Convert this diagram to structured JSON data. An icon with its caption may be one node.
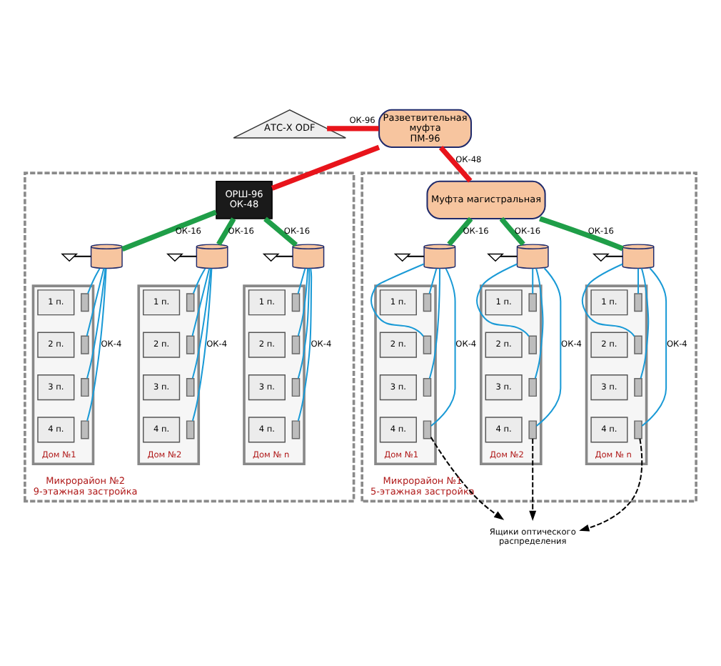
{
  "diagram": {
    "nodes": [
      {
        "text": [
          "АТС-Х ODF"
        ]
      },
      {
        "text": [
          "Разветвительная муфта",
          "ПМ-96"
        ]
      },
      {
        "text": [
          "Микрорайон №2 9-этажная застройка"
        ]
      },
      {
        "text": [
          "ОРШ-96",
          "ОК-48"
        ],
        "in": 2
      },
      {
        "text": [],
        "shape": "cylinder",
        "in": 2
      },
      {
        "text": [],
        "shape": "cylinder",
        "in": 2
      },
      {
        "text": [],
        "shape": "cylinder",
        "in": 2
      },
      {
        "text": [],
        "shape": "ground",
        "in": 2
      },
      {
        "text": [],
        "shape": "ground",
        "in": 2
      },
      {
        "text": [],
        "shape": "ground",
        "in": 2
      },
      {
        "text": [
          "Дом №1"
        ],
        "in": 2
      },
      {
        "text": [
          "1 п."
        ],
        "in": 10
      },
      {
        "text": [
          "2 п."
        ],
        "in": 10
      },
      {
        "text": [
          "3 п."
        ],
        "in": 10
      },
      {
        "text": [
          "4 п."
        ],
        "in": 10
      },
      {
        "text": [],
        "shape": "box",
        "in": 10
      },
      {
        "text": [],
        "shape": "box",
        "in": 10
      },
      {
        "text": [],
        "shape": "box",
        "in": 10
      },
      {
        "text": [],
        "shape": "box",
        "in": 10
      },
      {
        "text": [
          "Дом №2"
        ],
        "in": 2
      },
      {
        "text": [
          "1 п."
        ],
        "in": 19
      },
      {
        "text": [
          "2 п."
        ],
        "in": 19
      },
      {
        "text": [
          "3 п."
        ],
        "in": 19
      },
      {
        "text": [
          "4 п."
        ],
        "in": 19
      },
      {
        "text": [],
        "shape": "box",
        "in": 19
      },
      {
        "text": [],
        "shape": "box",
        "in": 19
      },
      {
        "text": [],
        "shape": "box",
        "in": 19
      },
      {
        "text": [],
        "shape": "box",
        "in": 19
      },
      {
        "text": [
          "Дом № n"
        ],
        "in": 2
      },
      {
        "text": [
          "1 п."
        ],
        "in": 28
      },
      {
        "text": [
          "2 п."
        ],
        "in": 28
      },
      {
        "text": [
          "3 п."
        ],
        "in": 28
      },
      {
        "text": [
          "4 п."
        ],
        "in": 28
      },
      {
        "text": [],
        "shape": "box",
        "in": 28
      },
      {
        "text": [],
        "shape": "box",
        "in": 28
      },
      {
        "text": [],
        "shape": "box",
        "in": 28
      },
      {
        "text": [],
        "shape": "box",
        "in": 28
      },
      {
        "text": [
          "Микрорайон №1 5-этажная застройка"
        ]
      },
      {
        "text": [
          "Муфта магистральная"
        ],
        "in": 37
      },
      {
        "text": [],
        "shape": "cylinder",
        "in": 37
      },
      {
        "text": [],
        "shape": "cylinder",
        "in": 37
      },
      {
        "text": [],
        "shape": "cylinder",
        "in": 37
      },
      {
        "text": [],
        "shape": "ground",
        "in": 37
      },
      {
        "text": [],
        "shape": "ground",
        "in": 37
      },
      {
        "text": [],
        "shape": "ground",
        "in": 37
      },
      {
        "text": [
          "Дом №1"
        ],
        "in": 37
      },
      {
        "text": [
          "1 п."
        ],
        "in": 45
      },
      {
        "text": [
          "2 п."
        ],
        "in": 45
      },
      {
        "text": [
          "3 п."
        ],
        "in": 45
      },
      {
        "text": [
          "4 п."
        ],
        "in": 45
      },
      {
        "text": [],
        "shape": "box",
        "in": 45
      },
      {
        "text": [],
        "shape": "box",
        "in": 45
      },
      {
        "text": [],
        "shape": "box",
        "in": 45
      },
      {
        "text": [],
        "shape": "box",
        "in": 45
      },
      {
        "text": [
          "Дом №2"
        ],
        "in": 37
      },
      {
        "text": [
          "1 п."
        ],
        "in": 54
      },
      {
        "text": [
          "2 п."
        ],
        "in": 54
      },
      {
        "text": [
          "3 п."
        ],
        "in": 54
      },
      {
        "text": [
          "4 п."
        ],
        "in": 54
      },
      {
        "text": [],
        "shape": "box",
        "in": 54
      },
      {
        "text": [],
        "shape": "box",
        "in": 54
      },
      {
        "text": [],
        "shape": "box",
        "in": 54
      },
      {
        "text": [],
        "shape": "box",
        "in": 54
      },
      {
        "text": [
          "Дом № n"
        ],
        "in": 37
      },
      {
        "text": [
          "1 п."
        ],
        "in": 63
      },
      {
        "text": [
          "2 п."
        ],
        "in": 63
      },
      {
        "text": [
          "3 п."
        ],
        "in": 63
      },
      {
        "text": [
          "4 п."
        ],
        "in": 63
      },
      {
        "text": [],
        "shape": "box",
        "in": 63
      },
      {
        "text": [],
        "shape": "box",
        "in": 63
      },
      {
        "text": [],
        "shape": "box",
        "in": 63
      },
      {
        "text": [],
        "shape": "box",
        "in": 63
      },
      {
        "text": [
          "Ящики оптического распределения"
        ]
      }
    ],
    "edges": [
      {
        "from": 0,
        "to": 1,
        "arrow": "none",
        "label": "ОК-96",
        "style": "thick",
        "color": "#e8141b"
      },
      {
        "from": 1,
        "to": 3,
        "arrow": "none",
        "style": "thick",
        "color": "#e8141b"
      },
      {
        "from": 1,
        "to": 38,
        "arrow": "none",
        "label": "ОК-48",
        "style": "thick",
        "color": "#e8141b"
      },
      {
        "from": 3,
        "to": 4,
        "arrow": "none",
        "label": "ОК-16",
        "style": "thick",
        "color": "#1f9e48"
      },
      {
        "from": 3,
        "to": 5,
        "arrow": "none",
        "label": "ОК-16",
        "style": "thick",
        "color": "#1f9e48"
      },
      {
        "from": 3,
        "to": 6,
        "arrow": "none",
        "label": "ОК-16",
        "style": "thick",
        "color": "#1f9e48"
      },
      {
        "from": 7,
        "to": 4,
        "arrow": "none",
        "color": "#000000"
      },
      {
        "from": 8,
        "to": 5,
        "arrow": "none",
        "color": "#000000"
      },
      {
        "from": 9,
        "to": 6,
        "arrow": "none",
        "color": "#000000"
      },
      {
        "from": 4,
        "to": 15,
        "arrow": "none"
      },
      {
        "from": 4,
        "to": 16,
        "arrow": "none"
      },
      {
        "from": 4,
        "to": 17,
        "arrow": "none"
      },
      {
        "from": 4,
        "to": 18,
        "arrow": "none",
        "label": "ОК-4"
      },
      {
        "from": 5,
        "to": 24,
        "arrow": "none"
      },
      {
        "from": 5,
        "to": 25,
        "arrow": "none"
      },
      {
        "from": 5,
        "to": 26,
        "arrow": "none"
      },
      {
        "from": 5,
        "to": 27,
        "arrow": "none",
        "label": "ОК-4"
      },
      {
        "from": 6,
        "to": 33,
        "arrow": "none"
      },
      {
        "from": 6,
        "to": 34,
        "arrow": "none"
      },
      {
        "from": 6,
        "to": 35,
        "arrow": "none"
      },
      {
        "from": 6,
        "to": 36,
        "arrow": "none",
        "label": "ОК-4"
      },
      {
        "from": 38,
        "to": 39,
        "arrow": "none",
        "label": "ОК-16",
        "style": "thick",
        "color": "#1f9e48"
      },
      {
        "from": 38,
        "to": 40,
        "arrow": "none",
        "label": "ОК-16",
        "style": "thick",
        "color": "#1f9e48"
      },
      {
        "from": 38,
        "to": 41,
        "arrow": "none",
        "label": "ОК-16",
        "style": "thick",
        "color": "#1f9e48"
      },
      {
        "from": 42,
        "to": 39,
        "arrow": "none",
        "color": "#000000"
      },
      {
        "from": 43,
        "to": 40,
        "arrow": "none",
        "color": "#000000"
      },
      {
        "from": 44,
        "to": 41,
        "arrow": "none",
        "color": "#000000"
      },
      {
        "from": 39,
        "to": 50,
        "arrow": "none"
      },
      {
        "from": 39,
        "to": 51,
        "arrow": "none"
      },
      {
        "from": 39,
        "to": 52,
        "arrow": "none"
      },
      {
        "from": 39,
        "to": 53,
        "arrow": "none",
        "label": "ОК-4"
      },
      {
        "from": 40,
        "to": 59,
        "arrow": "none"
      },
      {
        "from": 40,
        "to": 60,
        "arrow": "none"
      },
      {
        "from": 40,
        "to": 61,
        "arrow": "none"
      },
      {
        "from": 40,
        "to": 62,
        "arrow": "none",
        "label": "ОК-4"
      },
      {
        "from": 41,
        "to": 68,
        "arrow": "none"
      },
      {
        "from": 41,
        "to": 69,
        "arrow": "none"
      },
      {
        "from": 41,
        "to": 70,
        "arrow": "none"
      },
      {
        "from": 41,
        "to": 71,
        "arrow": "none",
        "label": "ОК-4"
      },
      {
        "from": 53,
        "to": 72,
        "arrow": "to",
        "style": "dashed",
        "color": "#000000"
      },
      {
        "from": 62,
        "to": 72,
        "arrow": "to",
        "style": "dashed",
        "color": "#000000"
      },
      {
        "from": 71,
        "to": 72,
        "arrow": "to",
        "style": "dashed",
        "color": "#000000"
      }
    ]
  }
}
